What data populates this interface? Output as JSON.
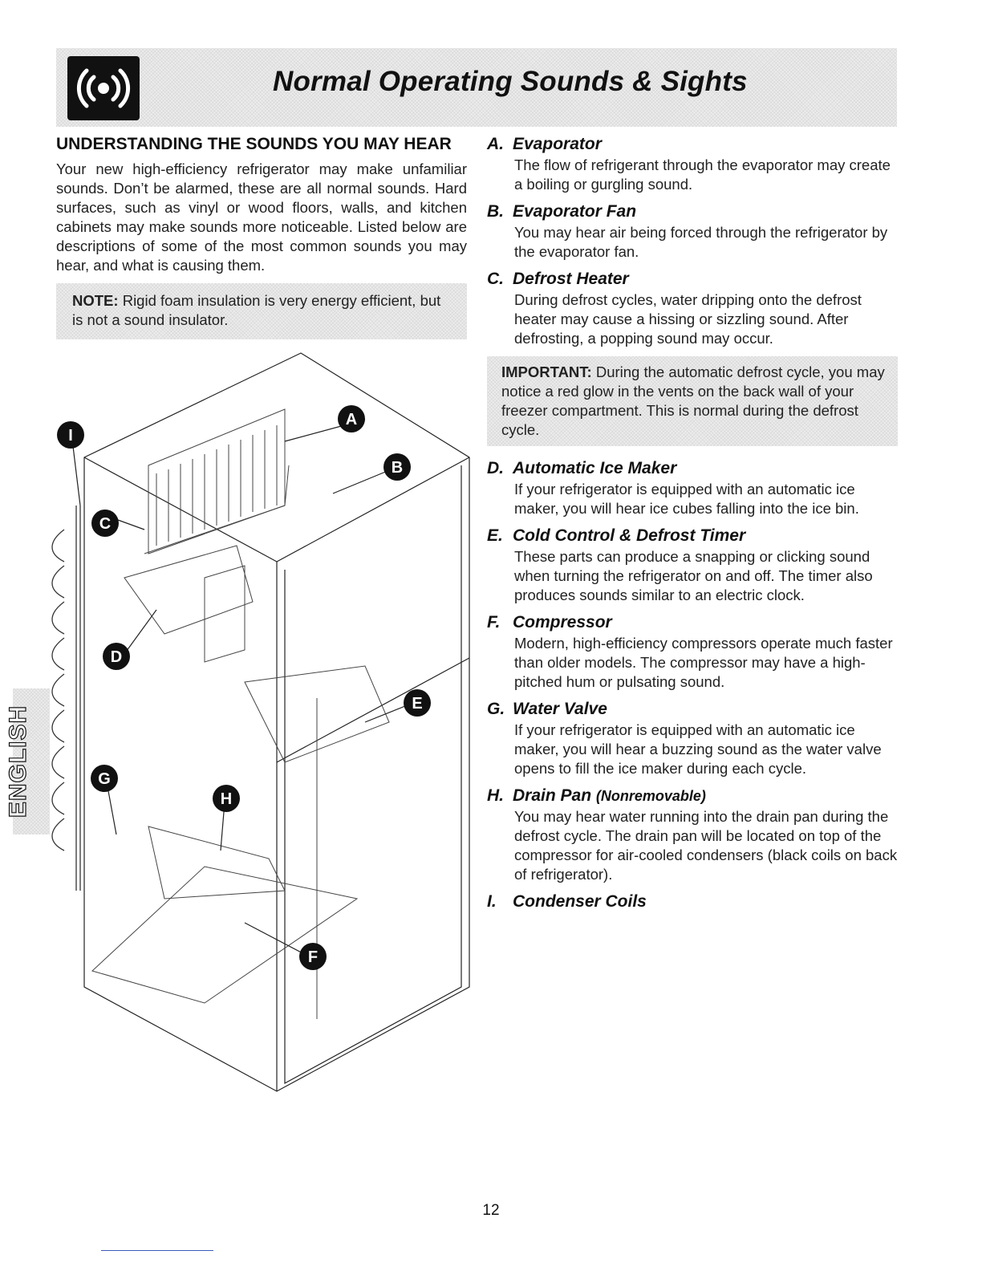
{
  "header": {
    "title": "Normal Operating Sounds & Sights",
    "icon": "sound-waves-icon"
  },
  "left": {
    "heading": "UNDERSTANDING THE SOUNDS YOU MAY HEAR",
    "intro": "Your new high-efficiency refrigerator may make unfamiliar sounds. Don’t be alarmed, these are all normal sounds. Hard surfaces, such as vinyl or wood floors, walls, and kitchen cabinets may make sounds more noticeable. Listed below are descriptions of some of the most common sounds you may hear, and what is causing them.",
    "note_label": "NOTE:",
    "note_text": "Rigid foam insulation is very energy efficient, but is not a sound insulator."
  },
  "diagram": {
    "callouts": [
      "A",
      "B",
      "C",
      "D",
      "E",
      "F",
      "G",
      "H",
      "I"
    ]
  },
  "items": [
    {
      "letter": "A.",
      "title": "Evaporator",
      "body": "The flow of refrigerant through the evaporator may create a boiling or gurgling sound."
    },
    {
      "letter": "B.",
      "title": "Evaporator Fan",
      "body": "You may hear air being forced through the refrigerator by the evaporator fan."
    },
    {
      "letter": "C.",
      "title": "Defrost Heater",
      "body": "During defrost cycles, water dripping onto the defrost heater may cause a hissing or sizzling sound. After defrosting, a popping sound may occur."
    },
    {
      "letter": "D.",
      "title": "Automatic Ice Maker",
      "body": "If your refrigerator is equipped with an automatic ice maker, you will hear ice cubes falling into the ice bin."
    },
    {
      "letter": "E.",
      "title": "Cold Control & Defrost Timer",
      "body": "These parts can produce a snapping or clicking sound when turning the refrigerator on and off. The timer also produces sounds similar to an electric clock."
    },
    {
      "letter": "F.",
      "title": "Compressor",
      "body": "Modern, high-efficiency compressors operate much faster than older models. The compressor may have a high-pitched hum or pulsating sound."
    },
    {
      "letter": "G.",
      "title": "Water Valve",
      "body": "If your refrigerator is equipped with an automatic ice maker, you will hear a buzzing sound as the water valve opens to fill the ice maker during each cycle."
    },
    {
      "letter": "H.",
      "title": "Drain Pan",
      "title_sub": "(Nonremovable)",
      "body": "You may hear water running into the drain pan during the defrost cycle. The drain pan will be located on top of the compressor for air-cooled condensers (black coils on back of refrigerator)."
    },
    {
      "letter": "I.",
      "title": "Condenser Coils",
      "body": ""
    }
  ],
  "important": {
    "label": "IMPORTANT:",
    "text": "During the automatic defrost cycle, you may notice a red glow in the vents on the back wall of your freezer compartment. This is normal during the defrost cycle."
  },
  "side_tab": "ENGLISH",
  "page_number": "12"
}
